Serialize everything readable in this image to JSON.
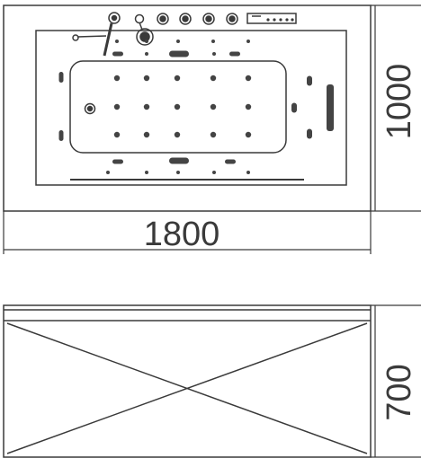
{
  "dimensions": {
    "length": "1800",
    "width": "1000",
    "height": "700"
  },
  "colors": {
    "line": "#3a3a3a",
    "fixture": "#444444",
    "background": "#ffffff"
  },
  "icons": [
    "faucet-icon",
    "shower-head-icon",
    "control-knob-icon",
    "control-panel-icon",
    "jet-nozzle-icon",
    "light-strip-icon",
    "drain-icon"
  ]
}
